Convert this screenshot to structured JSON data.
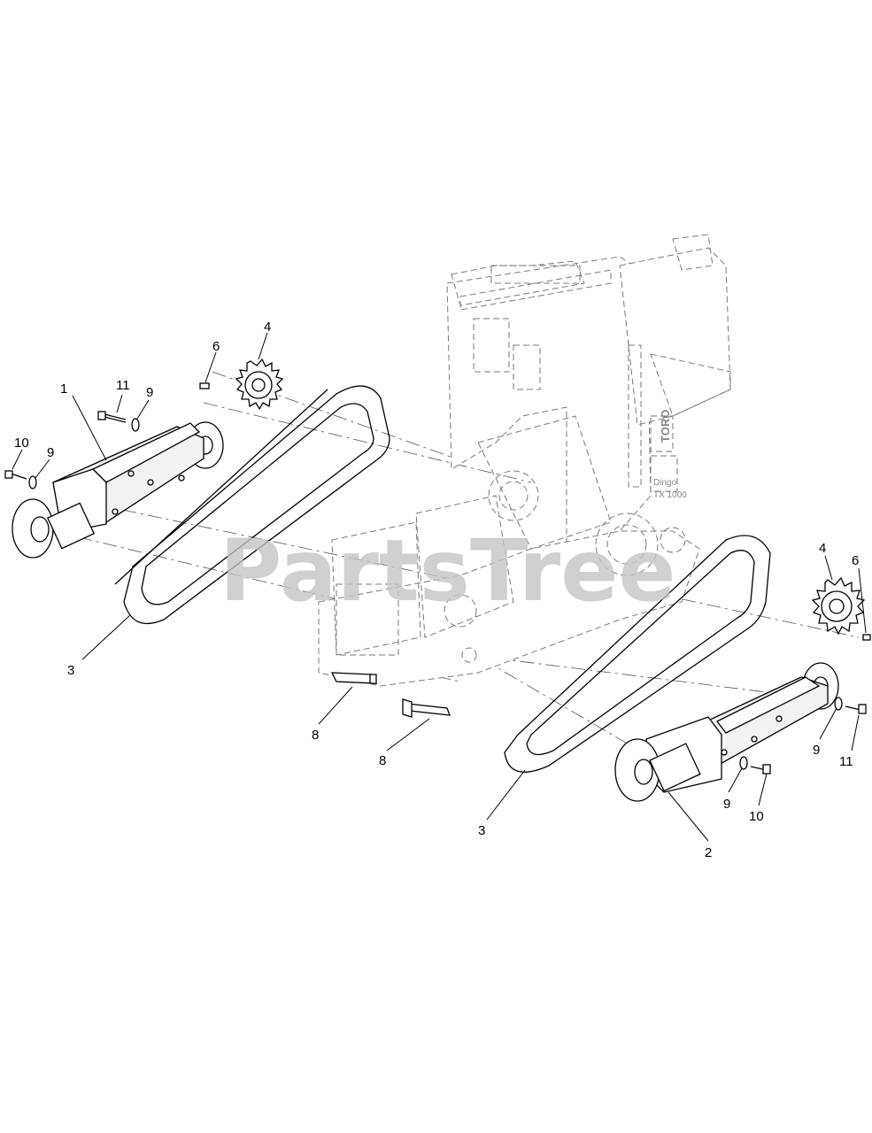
{
  "callouts": [
    {
      "text": "1"
    },
    {
      "text": "11"
    },
    {
      "text": "9"
    },
    {
      "text": "10"
    },
    {
      "text": "9"
    },
    {
      "text": "6"
    },
    {
      "text": "4"
    },
    {
      "text": "3"
    },
    {
      "text": "8"
    },
    {
      "text": "8"
    },
    {
      "text": "4"
    },
    {
      "text": "6"
    },
    {
      "text": "9"
    },
    {
      "text": "11"
    },
    {
      "text": "9"
    },
    {
      "text": "10"
    },
    {
      "text": "3"
    },
    {
      "text": "2"
    }
  ],
  "frame_labels": {
    "brand": "TORO",
    "model_top": "Dingo",
    "model_bottom": "TX 1000"
  },
  "watermark": "PartsTree"
}
